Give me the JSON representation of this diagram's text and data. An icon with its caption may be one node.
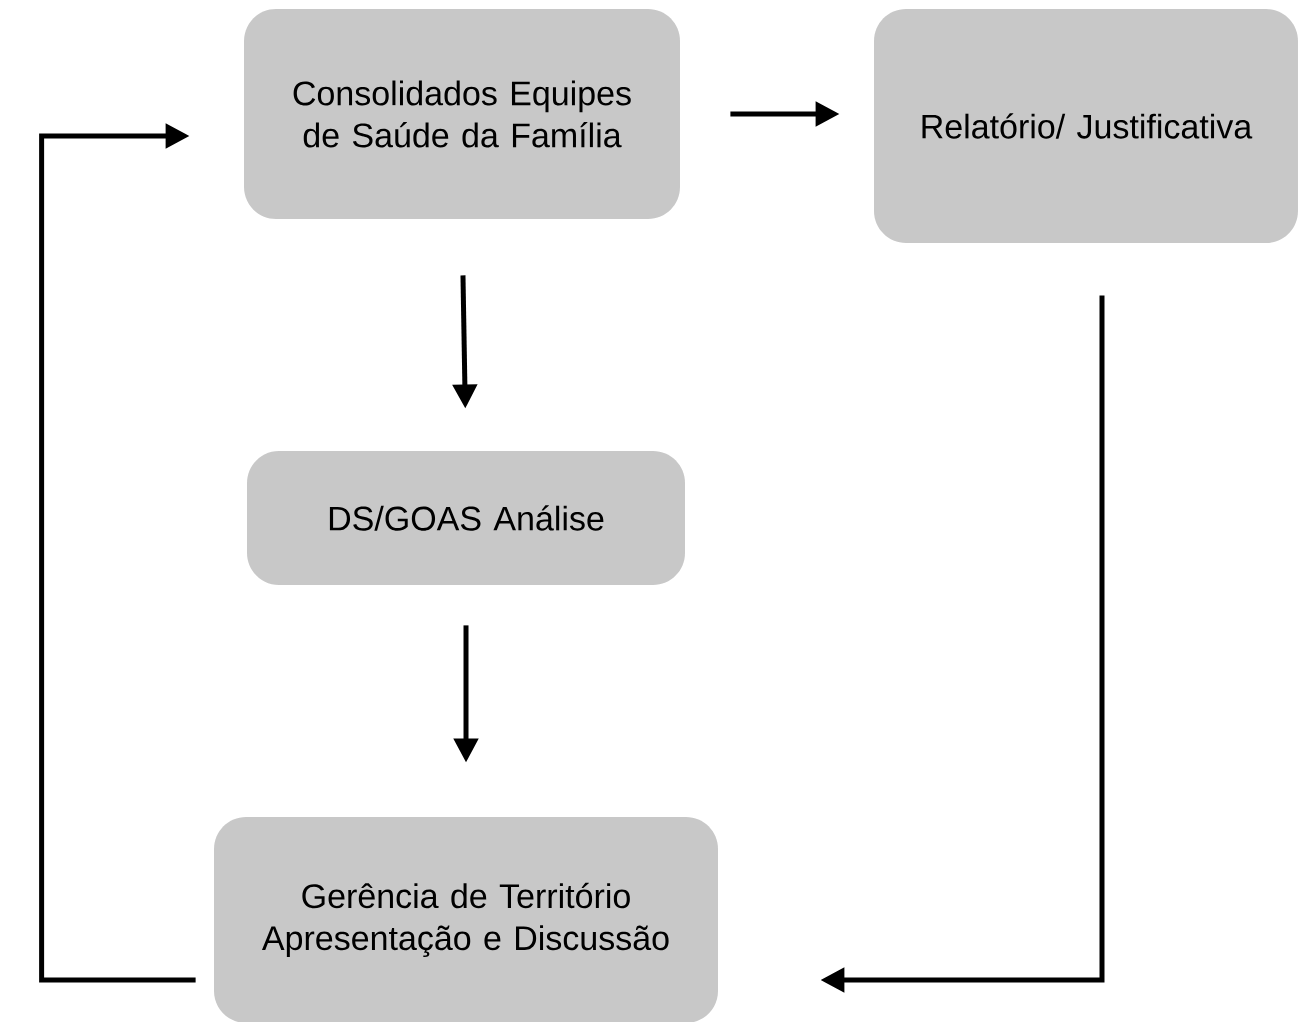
{
  "diagram": {
    "nodes": [
      {
        "text": [
          "Consolidados Equipes de Saúde da Família"
        ]
      },
      {
        "text": [
          "Relatório/ Justificativa"
        ]
      },
      {
        "text": [
          "DS/GOAS Análise"
        ]
      },
      {
        "text": [
          "Gerência de Território Apresentação e Discussão"
        ]
      }
    ],
    "edges": [
      {
        "from": 0,
        "to": 1,
        "arrow": "to"
      },
      {
        "from": 0,
        "to": 2,
        "arrow": "to"
      },
      {
        "from": 2,
        "to": 3,
        "arrow": "to"
      },
      {
        "from": 1,
        "to": 3,
        "arrow": "to"
      },
      {
        "from": 3,
        "to": 0,
        "arrow": "to"
      }
    ]
  }
}
